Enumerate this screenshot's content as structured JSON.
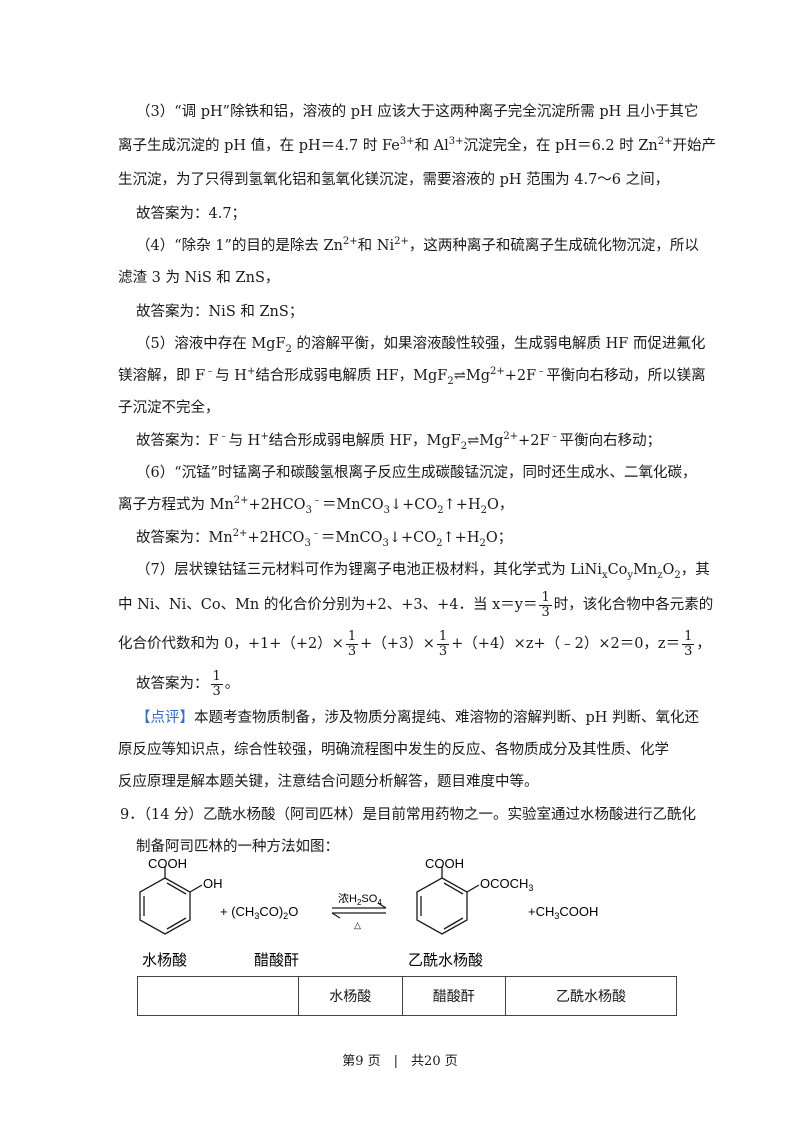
{
  "s3": {
    "l1": "（3）“调 pH”除铁和铝，溶液的 pH 应该大于这两种离子完全沉淀所需 pH 且小于其它",
    "l2a": "离子生成沉淀的 pH 值，在 pH＝4.7 时 Fe",
    "l2b": "3+",
    "l2c": "和 Al",
    "l2d": "3+",
    "l2e": "沉淀完全，在 pH＝6.2 时 Zn",
    "l2f": "2+",
    "l2g": "开始产",
    "l3": "生沉淀，为了只得到氢氧化铝和氢氧化镁沉淀，需要溶液的 pH 范围为 4.7～6 之间，",
    "ans": "故答案为：4.7；"
  },
  "s4": {
    "l1a": "（4）“除杂 1”的目的是除去 Zn",
    "l1b": "2+",
    "l1c": "和 Ni",
    "l1d": "2+",
    "l1e": "，这两种离子和硫离子生成硫化物沉淀，所以",
    "l2": "滤渣 3 为 NiS 和 ZnS，",
    "ans": "故答案为：NiS 和 ZnS；"
  },
  "s5": {
    "l1a": "（5）溶液中存在 MgF",
    "l1b": "2",
    "l1c": " 的溶解平衡，如果溶液酸性较强，生成弱电解质 HF 而促进氟化",
    "l2a": "镁溶解，即 F",
    "l2b": "﹣",
    "l2c": "与 H",
    "l2d": "+",
    "l2e": "结合形成弱电解质 HF，MgF",
    "l2f": "2",
    "l2g": "⇌Mg",
    "l2h": "2+",
    "l2i": "+2F",
    "l2j": "﹣",
    "l2k": "平衡向右移动，所以镁离",
    "l3": "子沉淀不完全，",
    "ansa": "故答案为：F",
    "ansb": "﹣",
    "ansc": "与 H",
    "ansd": "+",
    "anse": "结合形成弱电解质 HF，MgF",
    "ansf": "2",
    "ansg": "⇌Mg",
    "ansh": "2+",
    "ansi": "+2F",
    "ansj": "﹣",
    "ansk": "平衡向右移动；"
  },
  "s6": {
    "l1": "（6）“沉锰”时锰离子和碳酸氢根离子反应生成碳酸锰沉淀，同时还生成水、二氧化碳，",
    "l2a": "离子方程式为 Mn",
    "l2b": "2+",
    "l2c": "+2HCO",
    "l2d": "3",
    "l2e": "﹣",
    "l2f": "＝MnCO",
    "l2g": "3",
    "l2h": "↓+CO",
    "l2i": "2",
    "l2j": "↑+H",
    "l2k": "2",
    "l2l": "O，",
    "ansa": "故答案为：Mn",
    "ansb": "2+",
    "ansc": "+2HCO",
    "ansd": "3",
    "anse": "﹣",
    "ansf": "＝MnCO",
    "ansg": "3",
    "ansh": "↓+CO",
    "ansi": "2",
    "ansj": "↑+H",
    "ansk": "2",
    "ansl": "O；"
  },
  "s7": {
    "l1a": "（7）层状镍钴锰三元材料可作为锂离子电池正极材料，其化学式为 LiNi",
    "l1b": "x",
    "l1c": "Co",
    "l1d": "y",
    "l1e": "Mn",
    "l1f": "z",
    "l1g": "O",
    "l1h": "2",
    "l1i": "，其",
    "l2a": "中 Ni、Ni、Co、Mn 的化合价分别为+2、+3、+4．当 x＝y＝",
    "l2b": "时，该化合物中各元素的",
    "l3a": "化合价代数和为 0，+1+（+2）×",
    "l3b": "+（+3）×",
    "l3c": "+（+4）×z+（﹣2）×2＝0，z＝",
    "l3d": "，",
    "ansa": "故答案为：",
    "ansb": "。",
    "frac_num": "1",
    "frac_den": "3"
  },
  "review": {
    "tag": "【点评】",
    "l1": "本题考查物质制备，涉及物质分离提纯、难溶物的溶解判断、pH 判断、氧化还",
    "l2": "原反应等知识点，综合性较强，明确流程图中发生的反应、各物质成分及其性质、化学",
    "l3": "反应原理是解本题关键，注意结合问题分析解答，题目难度中等。"
  },
  "q9": {
    "l1": "9．（14 分）乙酰水杨酸（阿司匹林）是目前常用药物之一。实验室通过水杨酸进行乙酰化",
    "l2": "制备阿司匹林的一种方法如图："
  },
  "reaction": {
    "cooh1": "COOH",
    "oh": "OH",
    "plus1": "+ (CH",
    "plus1b": "3",
    "plus1c": "CO)",
    "plus1d": "2",
    "plus1e": "O",
    "cond_top_a": "浓H",
    "cond_top_b": "2",
    "cond_top_c": "SO",
    "cond_top_d": "4",
    "cond_bottom": "△",
    "cooh2": "COOH",
    "ococh3_a": "OCOCH",
    "ococh3_b": "3",
    "plus2a": "+CH",
    "plus2b": "3",
    "plus2c": "COOH",
    "label1": "水杨酸",
    "label2": "醋酸酐",
    "label3": "乙酰水杨酸"
  },
  "table": {
    "headers": [
      "",
      "水杨酸",
      "醋酸酐",
      "乙酰水杨酸"
    ]
  },
  "footer": "第9 页　|　共20 页"
}
